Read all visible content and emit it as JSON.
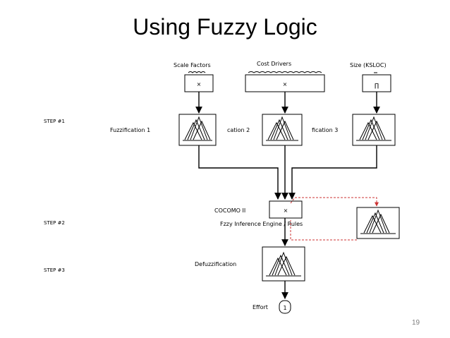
{
  "slide": {
    "title": "Using Fuzzy Logic",
    "page_number": "19"
  },
  "diagram": {
    "inputs": [
      {
        "label": "Scale Factors",
        "symbol": "×"
      },
      {
        "label": "Cost Drivers",
        "symbol": "×"
      },
      {
        "label": "Size (KSLOC)",
        "symbol": "∏"
      }
    ],
    "fuzzifiers": [
      {
        "label": "Fuzzification 1"
      },
      {
        "label": "cation 2"
      },
      {
        "label": "fication 3"
      }
    ],
    "cocomo": {
      "label": "COCOMO II",
      "symbol": "×"
    },
    "inference": {
      "label": "Fzzy Inference Engine / Rules"
    },
    "defuzzifier": {
      "label": "Defuzzification"
    },
    "output": {
      "label": "Effort",
      "port": "1"
    },
    "steps": [
      "STEP #1",
      "STEP #2",
      "STEP #3"
    ]
  }
}
